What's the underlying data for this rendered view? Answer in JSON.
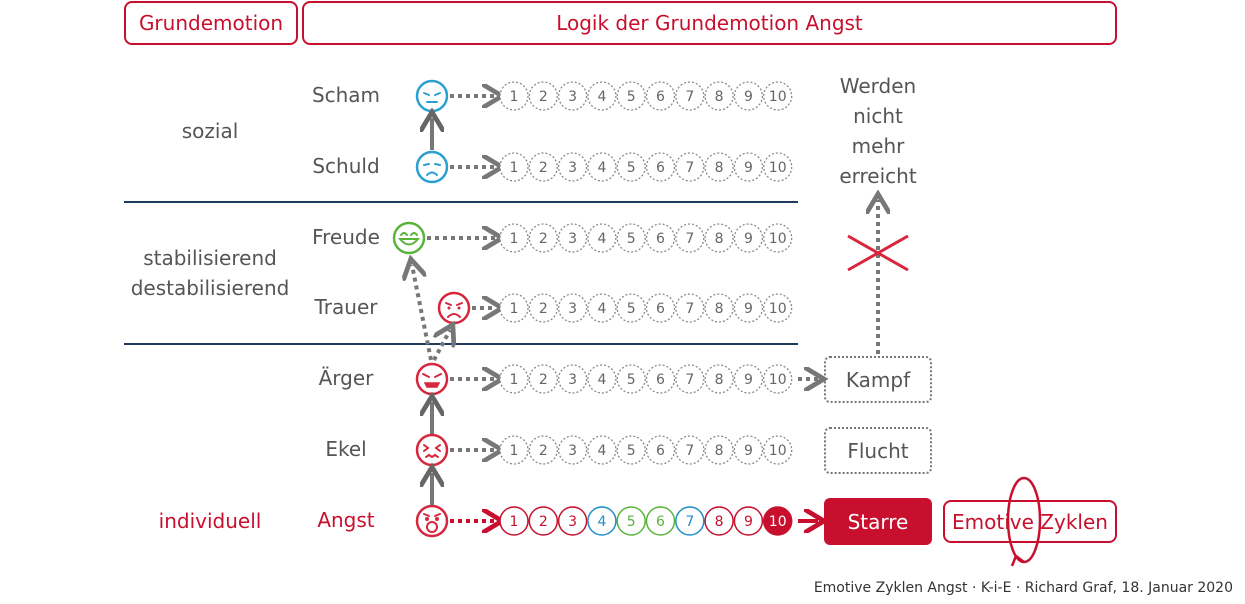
{
  "header": {
    "left": "Grundemotion",
    "right": "Logik der Grundemotion Angst"
  },
  "categories": {
    "social": "sozial",
    "stab_line1": "stabilisierend",
    "stab_line2": "destabilisierend",
    "individual": "individuell"
  },
  "rows": [
    {
      "label": "Scham",
      "face": "shame-face",
      "color": "#2a9fd0",
      "scale": [
        "1",
        "2",
        "3",
        "4",
        "5",
        "6",
        "7",
        "8",
        "9",
        "10"
      ]
    },
    {
      "label": "Schuld",
      "face": "guilt-face",
      "color": "#2a9fd0",
      "scale": [
        "1",
        "2",
        "3",
        "4",
        "5",
        "6",
        "7",
        "8",
        "9",
        "10"
      ]
    },
    {
      "label": "Freude",
      "face": "joy-face",
      "color": "#5ab43c",
      "scale": [
        "1",
        "2",
        "3",
        "4",
        "5",
        "6",
        "7",
        "8",
        "9",
        "10"
      ]
    },
    {
      "label": "Trauer",
      "face": "sad-face",
      "color": "#d7263d",
      "scale": [
        "1",
        "2",
        "3",
        "4",
        "5",
        "6",
        "7",
        "8",
        "9",
        "10"
      ]
    },
    {
      "label": "Ärger",
      "face": "angry-face",
      "color": "#d7263d",
      "scale": [
        "1",
        "2",
        "3",
        "4",
        "5",
        "6",
        "7",
        "8",
        "9",
        "10"
      ]
    },
    {
      "label": "Ekel",
      "face": "disgust-face",
      "color": "#d7263d",
      "scale": [
        "1",
        "2",
        "3",
        "4",
        "5",
        "6",
        "7",
        "8",
        "9",
        "10"
      ]
    },
    {
      "label": "Angst",
      "face": "fear-face",
      "color": "#d7263d",
      "scale": [
        "1",
        "2",
        "3",
        "4",
        "5",
        "6",
        "7",
        "8",
        "9",
        "10"
      ]
    }
  ],
  "angst_circle_colors": [
    "#c8102e",
    "#c8102e",
    "#c8102e",
    "#1e8fc8",
    "#5ab43c",
    "#5ab43c",
    "#1e8fc8",
    "#c8102e",
    "#c8102e",
    "#c8102e"
  ],
  "outcomes": {
    "kampf": "Kampf",
    "flucht": "Flucht",
    "starre": "Starre"
  },
  "no_longer_reached": [
    "Werden",
    "nicht",
    "mehr",
    "erreicht"
  ],
  "cycle_label": "Emotive Zyklen",
  "footer": "Emotive Zyklen Angst · K-i-E · Richard Graf, 18. Januar 2020"
}
